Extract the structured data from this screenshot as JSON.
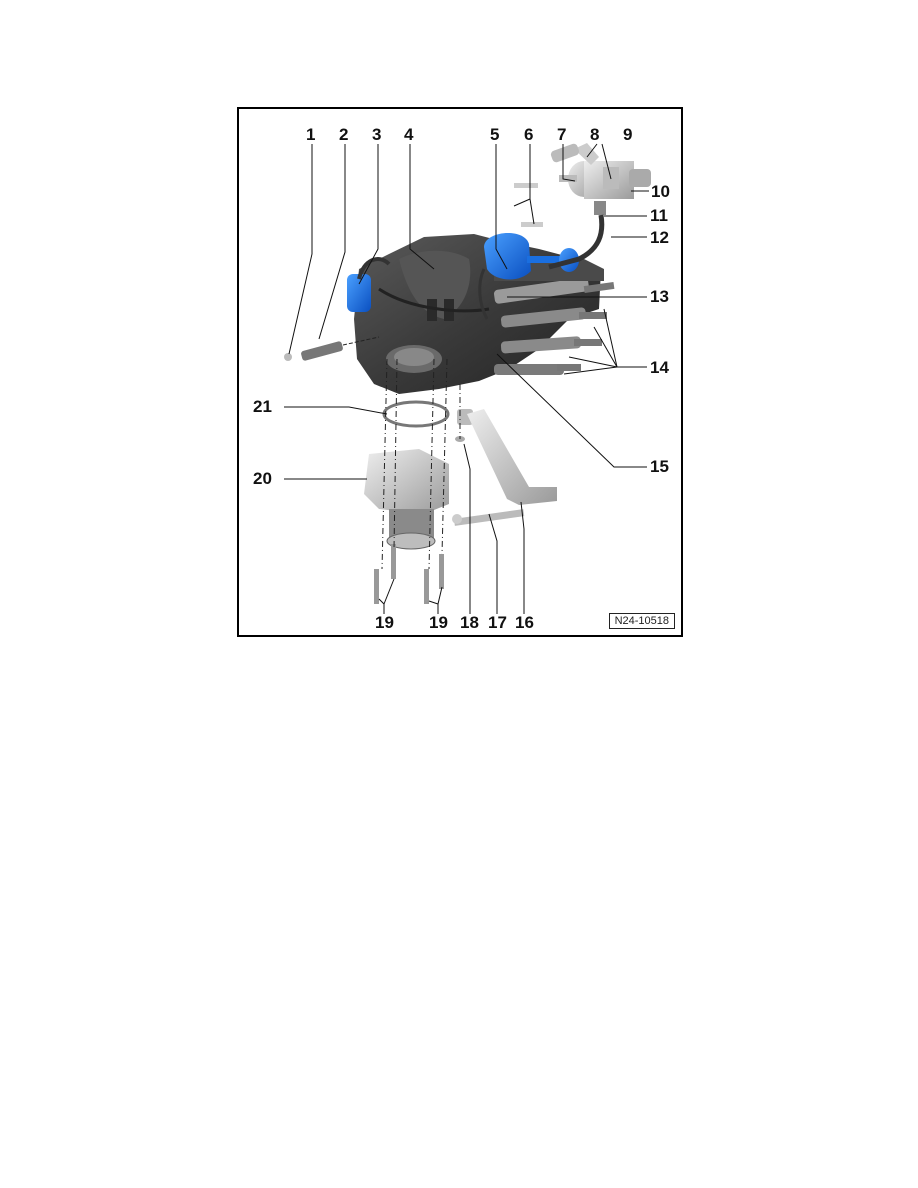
{
  "figure": {
    "reference_code": "N24-10518",
    "callouts": [
      {
        "id": "1",
        "label": "1"
      },
      {
        "id": "2",
        "label": "2"
      },
      {
        "id": "3",
        "label": "3"
      },
      {
        "id": "4",
        "label": "4"
      },
      {
        "id": "5",
        "label": "5"
      },
      {
        "id": "6",
        "label": "6"
      },
      {
        "id": "7",
        "label": "7"
      },
      {
        "id": "8",
        "label": "8"
      },
      {
        "id": "9",
        "label": "9"
      },
      {
        "id": "10",
        "label": "10"
      },
      {
        "id": "11",
        "label": "11"
      },
      {
        "id": "12",
        "label": "12"
      },
      {
        "id": "13",
        "label": "13"
      },
      {
        "id": "14",
        "label": "14"
      },
      {
        "id": "15",
        "label": "15"
      },
      {
        "id": "16",
        "label": "16"
      },
      {
        "id": "17",
        "label": "17"
      },
      {
        "id": "18",
        "label": "18"
      },
      {
        "id": "19a",
        "label": "19"
      },
      {
        "id": "19b",
        "label": "19"
      },
      {
        "id": "20",
        "label": "20"
      },
      {
        "id": "21",
        "label": "21"
      }
    ],
    "colors": {
      "highlight_blue": "#1a6fe0",
      "part_dark": "#3e3e3e",
      "part_light": "#c8c8c8",
      "border": "#000000"
    }
  }
}
